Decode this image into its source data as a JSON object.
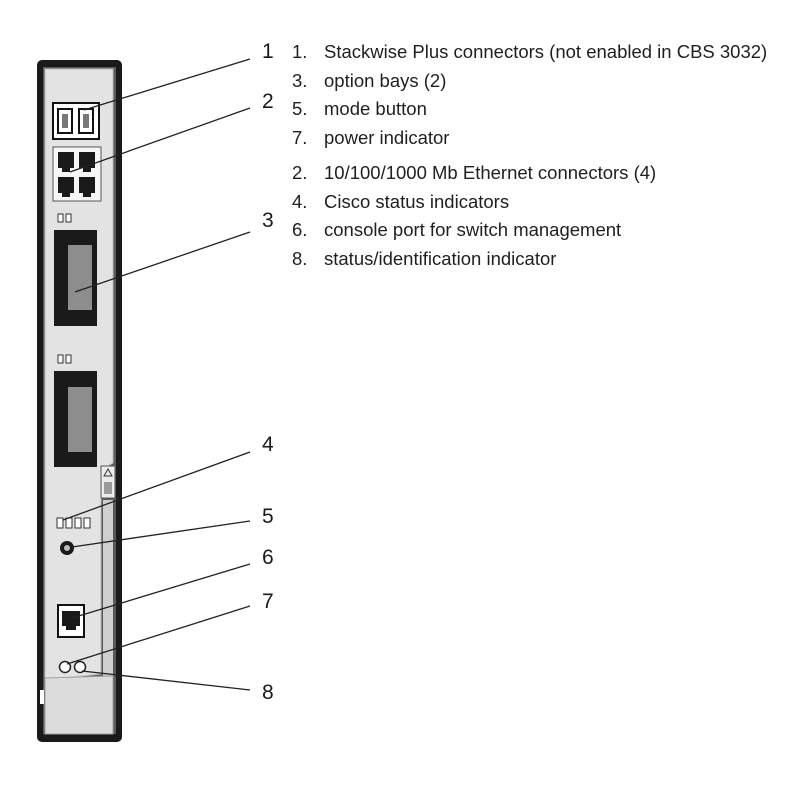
{
  "callouts": [
    "1",
    "2",
    "3",
    "4",
    "5",
    "6",
    "7",
    "8"
  ],
  "legend": {
    "group_a": [
      {
        "num": "1.",
        "text": "Stackwise Plus connectors (not enabled in CBS 3032)"
      },
      {
        "num": "3.",
        "text": "option bays (2)"
      },
      {
        "num": "5.",
        "text": "mode button"
      },
      {
        "num": "7.",
        "text": "power indicator"
      }
    ],
    "group_b": [
      {
        "num": "2.",
        "text": "10/100/1000 Mb Ethernet connectors (4)"
      },
      {
        "num": "4.",
        "text": "Cisco status indicators"
      },
      {
        "num": "6.",
        "text": "console port for switch management"
      },
      {
        "num": "8.",
        "text": "status/identification indicator"
      }
    ]
  },
  "colors": {
    "chassis": "#1a1a1a",
    "faceplate": "#e3e3e3",
    "display": "#8d8d8d"
  }
}
